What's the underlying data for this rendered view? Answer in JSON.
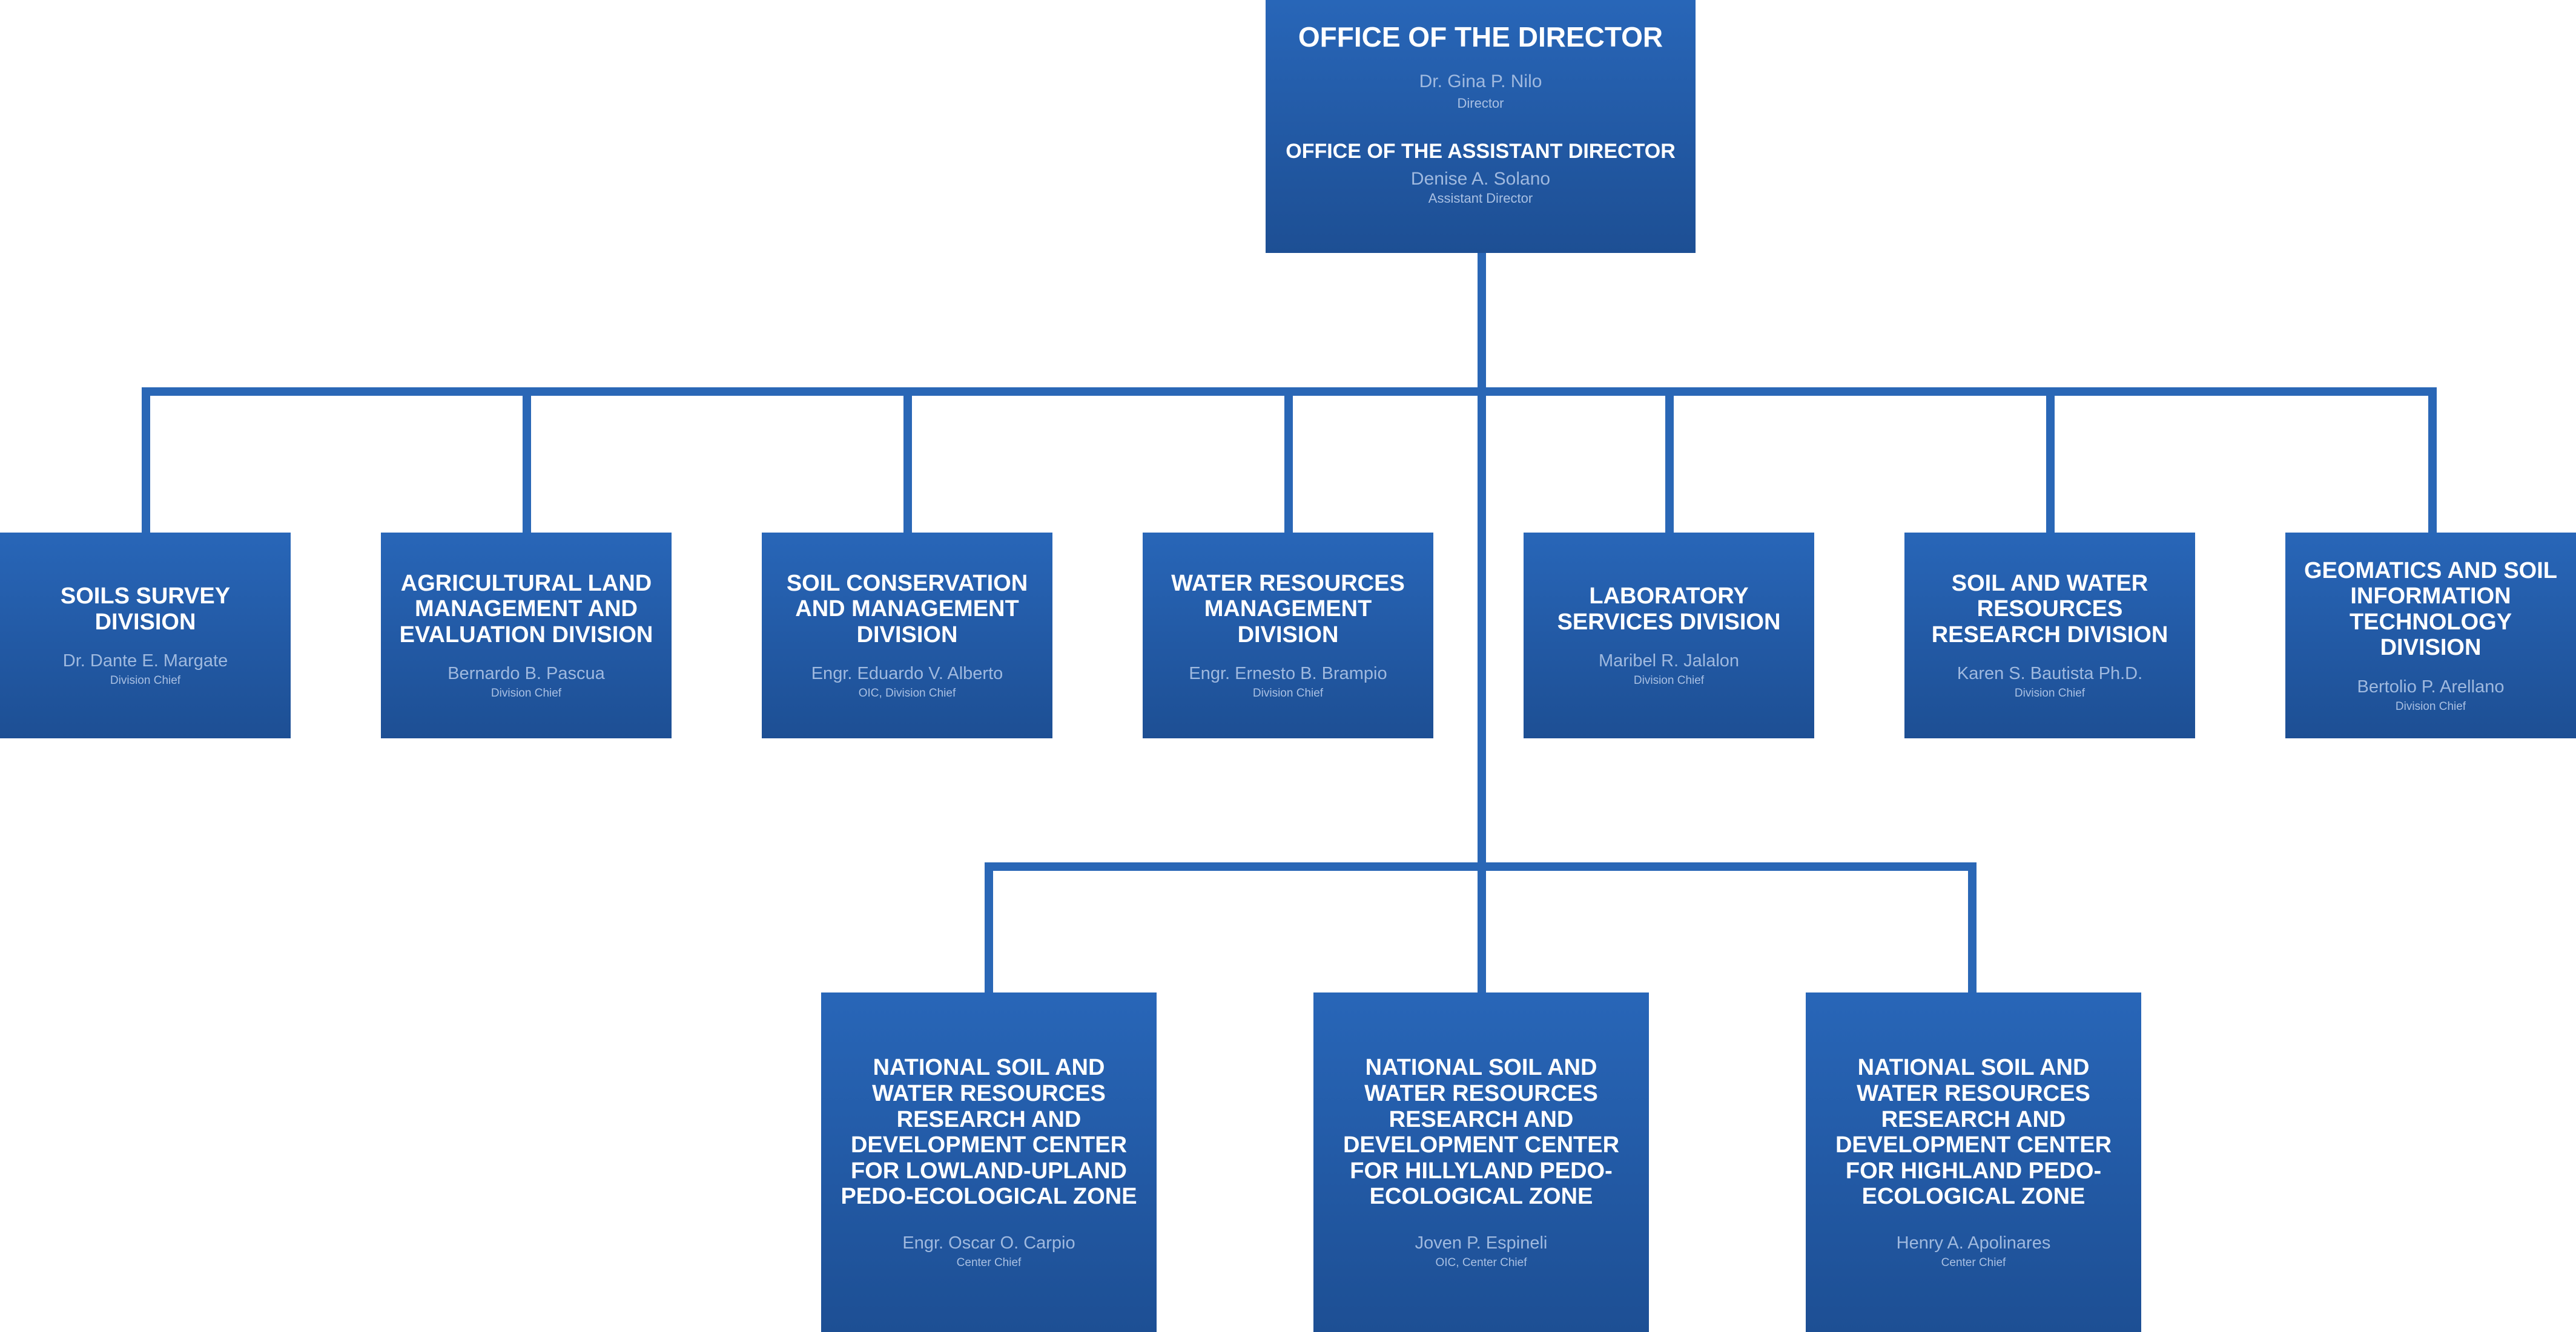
{
  "director_office": {
    "title": "OFFICE OF THE DIRECTOR",
    "name": "Dr. Gina P. Nilo",
    "role": "Director",
    "assistant_title": "OFFICE OF THE ASSISTANT DIRECTOR",
    "assistant_name": "Denise A. Solano",
    "assistant_role": "Assistant Director"
  },
  "divisions": [
    {
      "title": "SOILS SURVEY DIVISION",
      "name": "Dr. Dante E. Margate",
      "role": "Division Chief"
    },
    {
      "title": "AGRICULTURAL LAND MANAGEMENT AND EVALUATION DIVISION",
      "name": "Bernardo B. Pascua",
      "role": "Division Chief"
    },
    {
      "title": "SOIL CONSERVATION AND MANAGEMENT DIVISION",
      "name": "Engr. Eduardo V. Alberto",
      "role": "OIC, Division Chief"
    },
    {
      "title": "WATER RESOURCES MANAGEMENT DIVISION",
      "name": "Engr. Ernesto B. Brampio",
      "role": "Division Chief"
    },
    {
      "title": "LABORATORY SERVICES DIVISION",
      "name": "Maribel R. Jalalon",
      "role": "Division Chief"
    },
    {
      "title": "SOIL AND WATER RESOURCES RESEARCH DIVISION",
      "name": "Karen  S. Bautista Ph.D.",
      "role": "Division Chief"
    },
    {
      "title": "GEOMATICS AND SOIL INFORMATION TECHNOLOGY DIVISION",
      "name": "Bertolio P. Arellano",
      "role": "Division Chief"
    }
  ],
  "centers": [
    {
      "title": "NATIONAL SOIL AND WATER RESOURCES RESEARCH AND DEVELOPMENT CENTER FOR LOWLAND-UPLAND PEDO-ECOLOGICAL ZONE",
      "name": "Engr. Oscar O. Carpio",
      "role": "Center Chief"
    },
    {
      "title": "NATIONAL SOIL AND WATER RESOURCES RESEARCH AND DEVELOPMENT CENTER FOR HILLYLAND PEDO-ECOLOGICAL ZONE",
      "name": "Joven P. Espineli",
      "role": "OIC, Center Chief"
    },
    {
      "title": "NATIONAL SOIL AND WATER RESOURCES RESEARCH AND DEVELOPMENT CENTER FOR HIGHLAND PEDO-ECOLOGICAL ZONE",
      "name": "Henry A. Apolinares",
      "role": "Center Chief"
    }
  ],
  "colors": {
    "box": "#2259a4",
    "connector": "#2a67b6",
    "name_text": "#9fb9df"
  }
}
